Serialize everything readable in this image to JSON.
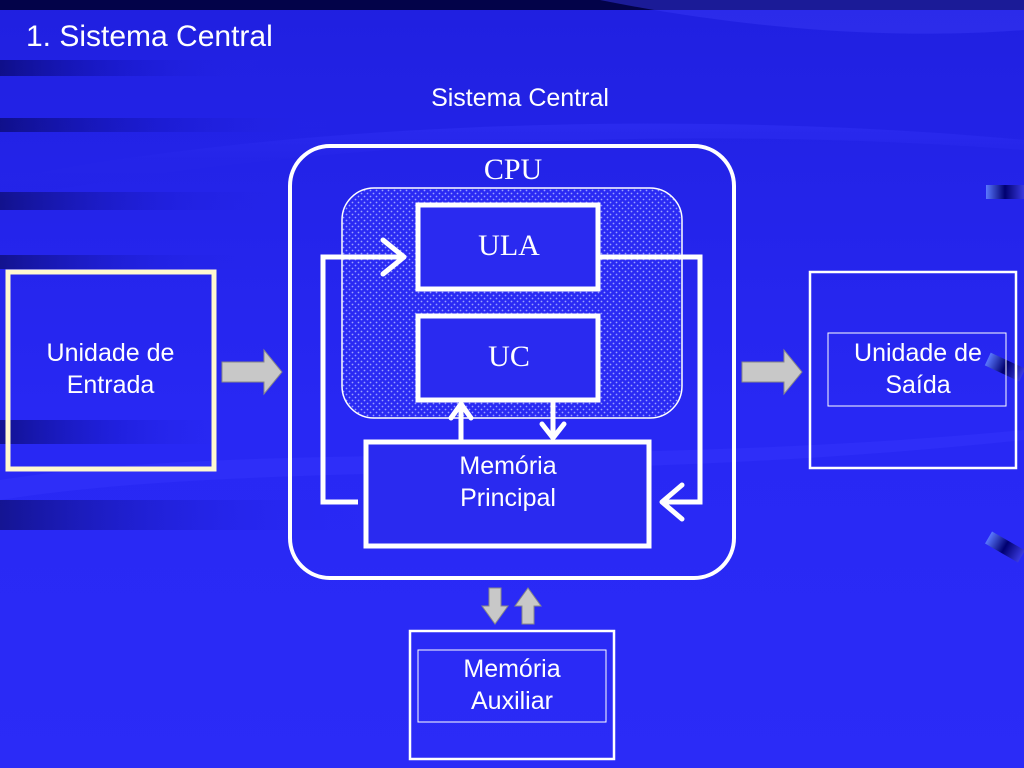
{
  "slide": {
    "title": "1. Sistema Central"
  },
  "diagram": {
    "title": "Sistema Central",
    "cpu_label": "CPU",
    "ula_label": "ULA",
    "uc_label": "UC",
    "memoria_principal": {
      "line1": "Memória",
      "line2": "Principal"
    },
    "unidade_entrada": {
      "line1": "Unidade de",
      "line2": "Entrada"
    },
    "unidade_saida": {
      "line1": "Unidade de",
      "line2": "Saída"
    },
    "memoria_auxiliar": {
      "line1": "Memória",
      "line2": "Auxiliar"
    }
  },
  "colors": {
    "background": "#2525f0",
    "box_stroke": "#ffffff",
    "input_box_stroke": "#fff8d0",
    "block_arrow_fill": "#c8c8c8",
    "text": "#ffffff"
  }
}
